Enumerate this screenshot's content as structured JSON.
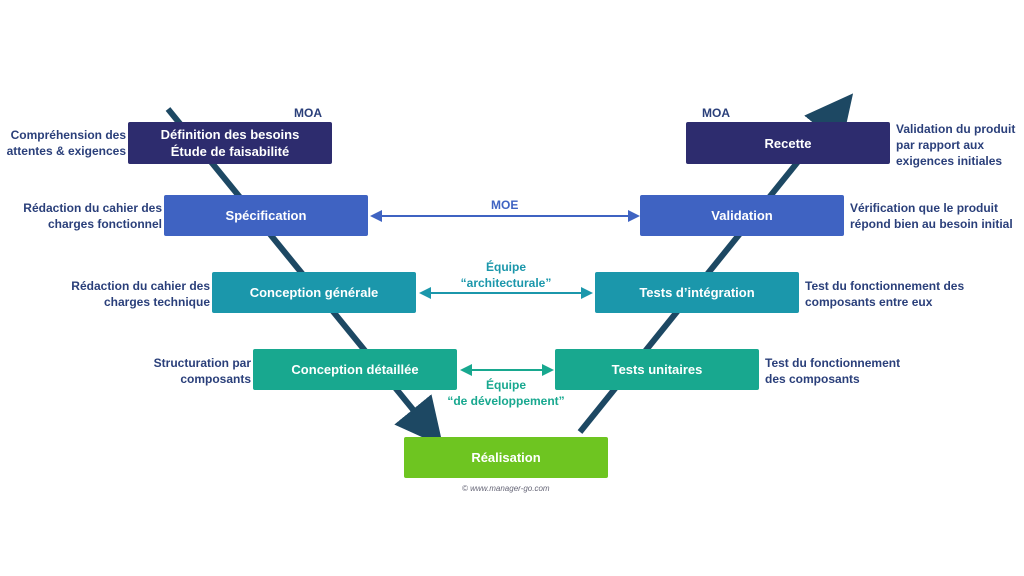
{
  "colors": {
    "moa_box": "#2d2c6e",
    "spec_box": "#3f63c2",
    "general_box": "#1b97ab",
    "detail_box": "#18a88f",
    "realisation_box": "#6ec521",
    "arrow_dark": "#1d4863",
    "moe_arrow": "#3f63c2",
    "archi_arrow": "#1b97ab",
    "dev_arrow": "#18a88f"
  },
  "left": {
    "moa_label": "MOA",
    "definition": {
      "box": "Définition des besoins\nÉtude de faisabilité",
      "desc": "Compréhension des\nattentes & exigences"
    },
    "specification": {
      "box": "Spécification",
      "desc": "Rédaction du cahier des\ncharges fonctionnel"
    },
    "conception_generale": {
      "box": "Conception générale",
      "desc": "Rédaction du cahier des\ncharges technique"
    },
    "conception_detaillee": {
      "box": "Conception détaillée",
      "desc": "Structuration par\ncomposants"
    }
  },
  "right": {
    "moa_label": "MOA",
    "recette": {
      "box": "Recette",
      "desc": "Validation du produit\npar rapport aux\nexigences initiales"
    },
    "validation": {
      "box": "Validation",
      "desc": "Vérification que le produit\nrépond bien au besoin initial"
    },
    "tests_integration": {
      "box": "Tests d’intégration",
      "desc": "Test du fonctionnement des\ncomposants entre eux"
    },
    "tests_unitaires": {
      "box": "Tests unitaires",
      "desc": "Test du fonctionnement\ndes composants"
    }
  },
  "bottom": {
    "realisation": "Réalisation",
    "credit": "© www.manager-go.com"
  },
  "links": {
    "moe": "MOE",
    "archi_team": "Équipe\n“architecturale”",
    "dev_team": "Équipe\n“de développement”"
  }
}
